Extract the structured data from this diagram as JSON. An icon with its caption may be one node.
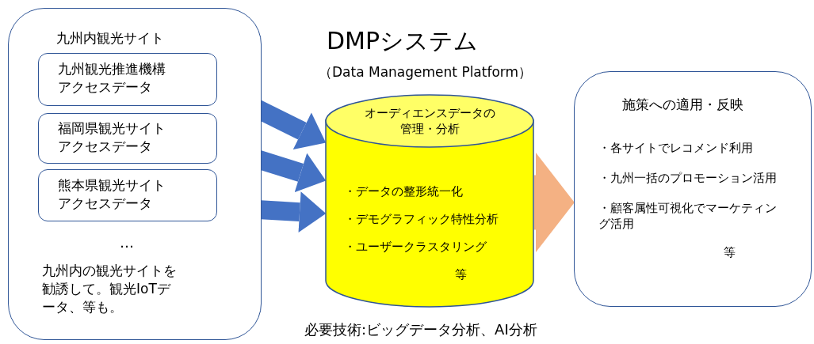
{
  "diagram": {
    "title": "DMPシステム",
    "nodes": [
      {
        "text": [
          "九州内観光サイト",
          "…",
          "九州内の観光サイトを勧誘して。観光IoTデータ、等も。"
        ]
      },
      {
        "text": [
          "九州観光推進機構アクセスデータ"
        ],
        "in": 0
      },
      {
        "text": [
          "福岡県観光サイトアクセスデータ"
        ],
        "in": 0
      },
      {
        "text": [
          "熊本県観光サイトアクセスデータ"
        ],
        "in": 0
      },
      {
        "text": [
          "オーディエンスデータの管理・分析",
          "・データの整形統一化",
          "・デモグラフィック特性分析",
          "・ユーザークラスタリング",
          "等"
        ]
      },
      {
        "text": [
          "施策への適用・反映",
          "・各サイトでレコメンド利用",
          "・九州一括のプロモーション活用",
          "・顧客属性可視化でマーケティング活用",
          "等"
        ]
      }
    ],
    "edges": [
      {
        "from": 1,
        "to": 4,
        "arrow": "to"
      },
      {
        "from": 2,
        "to": 4,
        "arrow": "to"
      },
      {
        "from": 3,
        "to": 4,
        "arrow": "to"
      },
      {
        "from": 4,
        "to": 5,
        "arrow": "to",
        "style": "thick",
        "color": "#f4b183"
      }
    ],
    "labels": [
      "（Data Management Platform）",
      "必要技術:ビッグデータ分析、AI分析"
    ]
  }
}
